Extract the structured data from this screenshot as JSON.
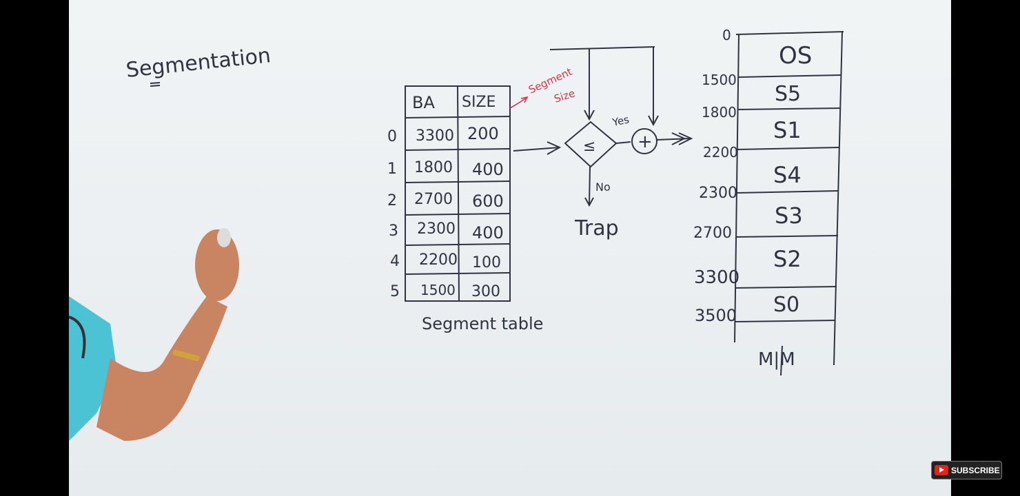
{
  "board": {
    "title": "Segmentation",
    "table": {
      "headers": [
        "BA",
        "SIZE"
      ],
      "rows": [
        {
          "index": "0",
          "ba": "3300",
          "size": "200"
        },
        {
          "index": "1",
          "ba": "1800",
          "size": "400"
        },
        {
          "index": "2",
          "ba": "2700",
          "size": "600"
        },
        {
          "index": "3",
          "ba": "2300",
          "size": "400"
        },
        {
          "index": "4",
          "ba": "2200",
          "size": "100"
        },
        {
          "index": "5",
          "ba": "1500",
          "size": "300"
        }
      ],
      "caption": "Segment table",
      "annotation_line1": "Segment",
      "annotation_line2": "Size"
    },
    "flow": {
      "compare_symbol": "≤",
      "yes_label": "Yes",
      "no_label": "No",
      "adder_symbol": "+",
      "trap_label": "Trap"
    },
    "memory": {
      "blocks": [
        {
          "address": "0",
          "label": "OS"
        },
        {
          "address": "1500",
          "label": "S5"
        },
        {
          "address": "1800",
          "label": "S1"
        },
        {
          "address": "2200",
          "label": "S4"
        },
        {
          "address": "2300",
          "label": "S3"
        },
        {
          "address": "2700",
          "label": "S2"
        },
        {
          "address": "3300",
          "label": "S0"
        }
      ],
      "end_address": "3500",
      "caption": "M|M"
    }
  },
  "overlay": {
    "subscribe_label": "SUBSCRIBE",
    "subscribe_color": "#e62117"
  },
  "colors": {
    "ink": "#2f3440",
    "red_ink": "#d7344a"
  }
}
